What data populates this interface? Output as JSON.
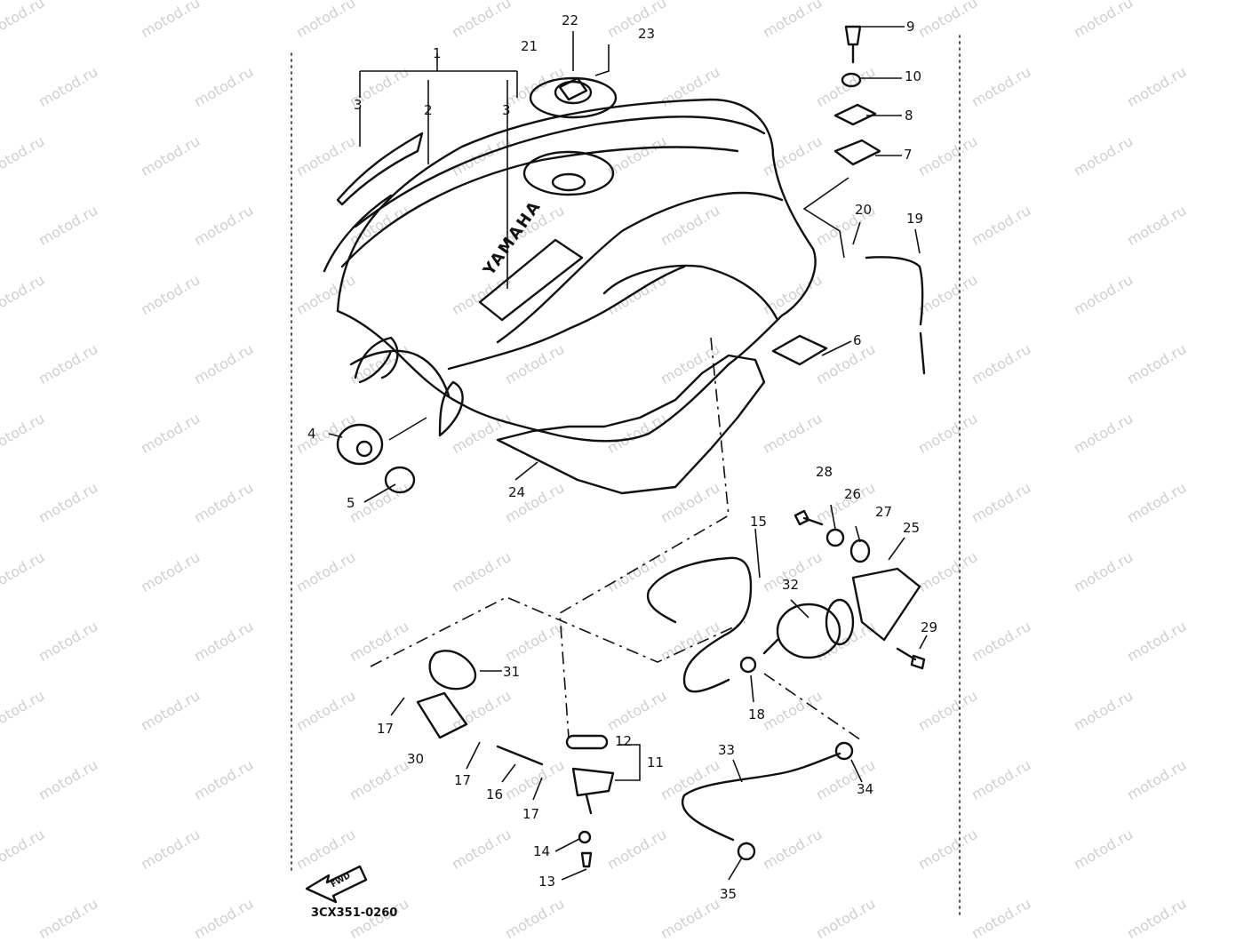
{
  "diagram": {
    "code": "3CX351-0260",
    "direction_label": "FWD",
    "logo_text": "YAMAHA",
    "watermark": "motod.ru",
    "parts": [
      {
        "id": "p1",
        "label": "1"
      },
      {
        "id": "p2",
        "label": "2"
      },
      {
        "id": "p3a",
        "label": "3"
      },
      {
        "id": "p3b",
        "label": "3"
      },
      {
        "id": "p4",
        "label": "4"
      },
      {
        "id": "p5",
        "label": "5"
      },
      {
        "id": "p6",
        "label": "6"
      },
      {
        "id": "p7",
        "label": "7"
      },
      {
        "id": "p8",
        "label": "8"
      },
      {
        "id": "p9",
        "label": "9"
      },
      {
        "id": "p10",
        "label": "10"
      },
      {
        "id": "p11",
        "label": "11"
      },
      {
        "id": "p12",
        "label": "12"
      },
      {
        "id": "p13",
        "label": "13"
      },
      {
        "id": "p14",
        "label": "14"
      },
      {
        "id": "p15",
        "label": "15"
      },
      {
        "id": "p16",
        "label": "16"
      },
      {
        "id": "p17a",
        "label": "17"
      },
      {
        "id": "p17b",
        "label": "17"
      },
      {
        "id": "p17c",
        "label": "17"
      },
      {
        "id": "p18",
        "label": "18"
      },
      {
        "id": "p19",
        "label": "19"
      },
      {
        "id": "p20",
        "label": "20"
      },
      {
        "id": "p21",
        "label": "21"
      },
      {
        "id": "p22",
        "label": "22"
      },
      {
        "id": "p23",
        "label": "23"
      },
      {
        "id": "p24",
        "label": "24"
      },
      {
        "id": "p25",
        "label": "25"
      },
      {
        "id": "p26",
        "label": "26"
      },
      {
        "id": "p27",
        "label": "27"
      },
      {
        "id": "p28",
        "label": "28"
      },
      {
        "id": "p29",
        "label": "29"
      },
      {
        "id": "p30",
        "label": "30"
      },
      {
        "id": "p31",
        "label": "31"
      },
      {
        "id": "p32",
        "label": "32"
      },
      {
        "id": "p33",
        "label": "33"
      },
      {
        "id": "p34",
        "label": "34"
      },
      {
        "id": "p35",
        "label": "35"
      }
    ]
  }
}
